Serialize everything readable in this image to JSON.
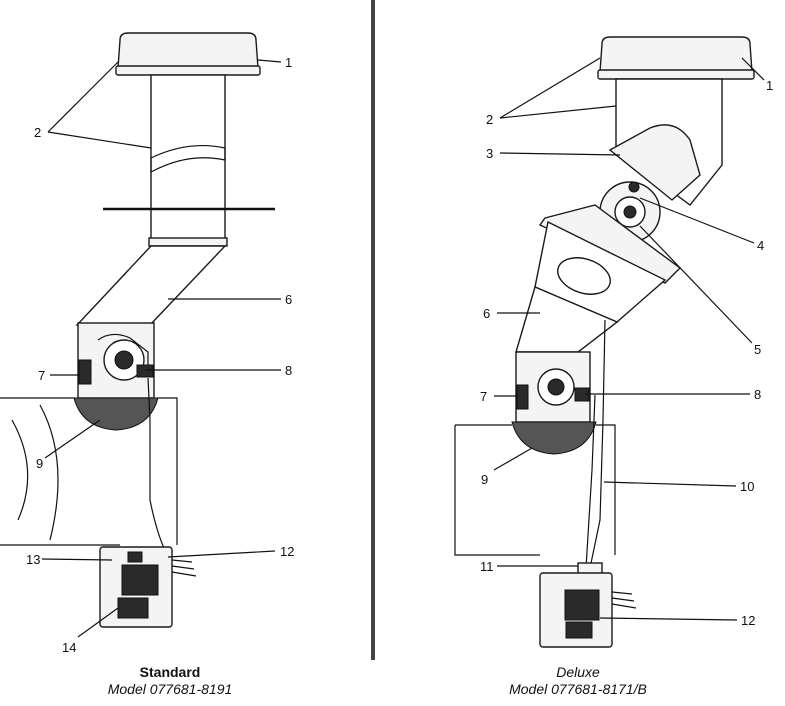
{
  "panels": [
    {
      "id": "standard",
      "title": "Standard",
      "model": "Model 077681-8191",
      "callouts": [
        "1",
        "2",
        "6",
        "7",
        "8",
        "9",
        "12",
        "13",
        "14"
      ]
    },
    {
      "id": "deluxe",
      "title": "Deluxe",
      "model": "Model 077681-8171/B",
      "callouts": [
        "1",
        "2",
        "3",
        "4",
        "5",
        "6",
        "7",
        "8",
        "9",
        "10",
        "11",
        "12"
      ]
    }
  ],
  "colors": {
    "line": "#111111",
    "divider": "#444444",
    "background": "#ffffff"
  }
}
